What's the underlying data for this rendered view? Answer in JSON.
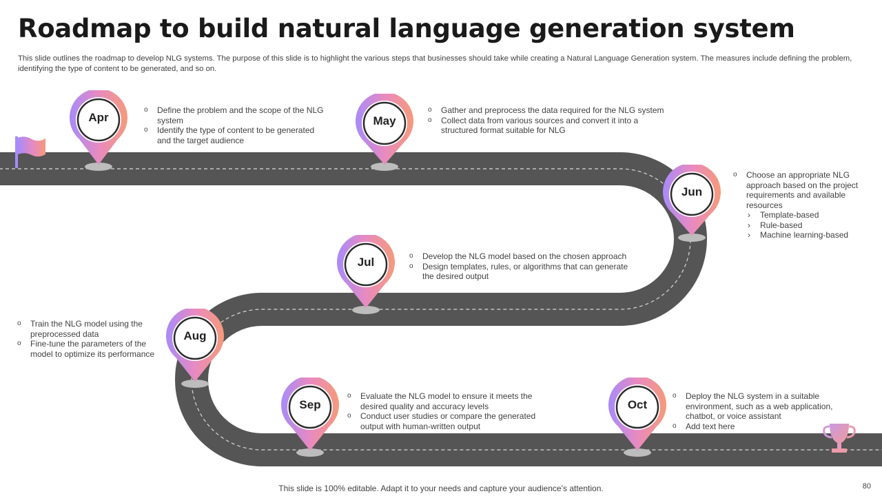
{
  "title": "Roadmap to build natural language generation system",
  "description": "This slide outlines the roadmap to develop NLG systems. The purpose of this slide is to highlight the various steps that businesses should take while creating a Natural Language Generation system. The measures include defining the problem, identifying the type of content to be generated, and so on.",
  "milestones": [
    {
      "label": "Apr",
      "bullets": [
        {
          "text": "Define the problem and the scope of the NLG system"
        },
        {
          "text": "Identify the type of content to be generated and the target audience"
        }
      ]
    },
    {
      "label": "May",
      "bullets": [
        {
          "text": "Gather and preprocess the data required for the NLG system"
        },
        {
          "text": "Collect data from various sources and convert it into a structured format suitable for NLG"
        }
      ]
    },
    {
      "label": "Jun",
      "bullets": [
        {
          "text": "Choose an appropriate NLG approach based on the project requirements and available resources",
          "sub": [
            "Template-based",
            "Rule-based",
            "Machine learning-based"
          ]
        }
      ]
    },
    {
      "label": "Jul",
      "bullets": [
        {
          "text": "Develop the NLG model based on the chosen approach"
        },
        {
          "text": "Design templates, rules, or algorithms that can generate the desired output"
        }
      ]
    },
    {
      "label": "Aug",
      "bullets": [
        {
          "text": "Train the NLG model using the preprocessed data"
        },
        {
          "text": "Fine-tune the parameters of the model to optimize its performance"
        }
      ]
    },
    {
      "label": "Sep",
      "bullets": [
        {
          "text": "Evaluate the NLG model to ensure it meets the desired quality and accuracy levels"
        },
        {
          "text": "Conduct user studies or compare the generated output with human-written output"
        }
      ]
    },
    {
      "label": "Oct",
      "bullets": [
        {
          "text": "Deploy the NLG system in a suitable environment, such as a web application, chatbot, or voice assistant"
        },
        {
          "text": "Add text here"
        }
      ]
    }
  ],
  "footer": "This slide is 100% editable. Adapt it to your needs and capture your audience’s attention.",
  "page_number": "80",
  "colors": {
    "road": "#555555",
    "road_dash": "#d9d9d9",
    "gradient_start": "#a78bfa",
    "gradient_mid": "#e88ac0",
    "gradient_end": "#f59a7a",
    "pin_shadow": "#bdbdbd"
  }
}
